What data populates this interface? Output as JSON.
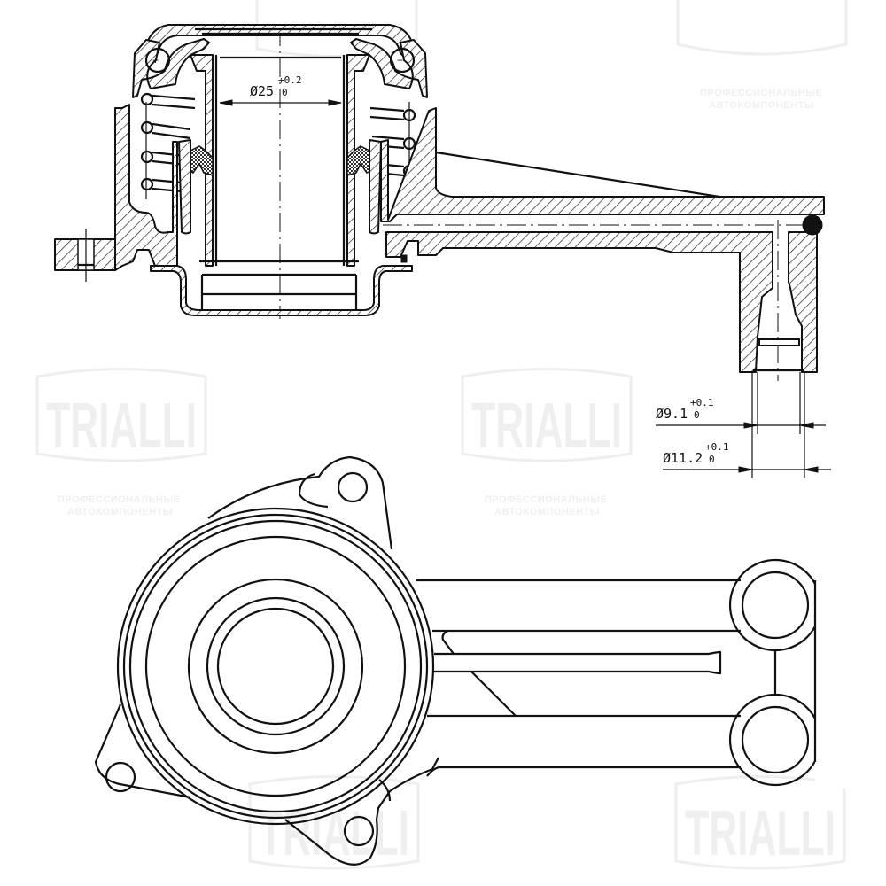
{
  "drawing": {
    "title": "Clutch concentric slave cylinder (release bearing) technical drawing",
    "views": [
      "section-view",
      "front-view"
    ]
  },
  "watermark": {
    "brand": "TRIALLI",
    "tagline_line1": "ПРОФЕССИОНАЛЬНЫЕ",
    "tagline_line2": "АВТОКОМПОНЕНТЫ",
    "color": "#eeeeee"
  },
  "dimensions": {
    "bore": {
      "symbol": "Ø",
      "value": "25",
      "tol_upper": "+0.2",
      "tol_lower": "0"
    },
    "port_inner": {
      "symbol": "Ø",
      "value": "9.1",
      "tol_upper": "+0.1",
      "tol_lower": "0"
    },
    "port_outer": {
      "symbol": "Ø",
      "value": "11.2",
      "tol_upper": "+0.1",
      "tol_lower": "0"
    }
  },
  "colors": {
    "line": "#111111",
    "background": "#ffffff"
  }
}
